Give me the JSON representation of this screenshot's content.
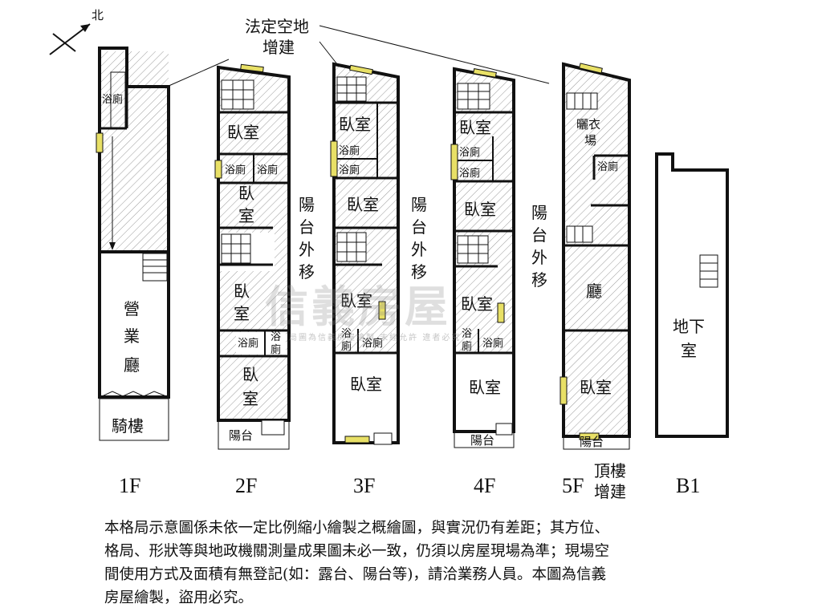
{
  "compass": {
    "north_label": "北"
  },
  "annotation": {
    "line1": "法定空地",
    "line2": "增建"
  },
  "floors": [
    {
      "id": "1F",
      "label": "1F",
      "rooms": [
        "浴廁",
        "營業廳",
        "騎樓"
      ]
    },
    {
      "id": "2F",
      "label": "2F",
      "rooms": [
        "臥室",
        "浴廁",
        "浴廁",
        "臥室",
        "臥室",
        "浴廁",
        "浴廁",
        "臥室",
        "陽台"
      ],
      "side_note": "陽台外移"
    },
    {
      "id": "3F",
      "label": "3F",
      "rooms": [
        "臥室",
        "浴廁",
        "浴廁",
        "臥室",
        "臥室",
        "浴廁",
        "浴廁",
        "臥室"
      ],
      "side_note": "陽台外移"
    },
    {
      "id": "4F",
      "label": "4F",
      "rooms": [
        "臥室",
        "浴廁",
        "浴廁",
        "臥室",
        "臥室",
        "浴廁",
        "浴廁",
        "臥室",
        "陽台"
      ],
      "side_note": "陽台外移"
    },
    {
      "id": "5F",
      "label": "5F",
      "rooms": [
        "曬衣場",
        "浴廁",
        "廳",
        "臥室",
        "陽台"
      ],
      "extra_note": "頂樓增建"
    },
    {
      "id": "B1",
      "label": "B1",
      "rooms": [
        "地下室"
      ]
    }
  ],
  "labels": {
    "f1_wc": "浴廁",
    "f1_shop_1": "營",
    "f1_shop_2": "業",
    "f1_shop_3": "廳",
    "f1_arcade": "騎樓",
    "f2_bed1": "臥室",
    "f2_wc1": "浴廁",
    "f2_wc2": "浴廁",
    "f2_bed2a": "臥",
    "f2_bed2b": "室",
    "f2_bed3a": "臥",
    "f2_bed3b": "室",
    "f2_wc3": "浴廁",
    "f2_wc4a": "浴",
    "f2_wc4b": "廁",
    "f2_bed4a": "臥",
    "f2_bed4b": "室",
    "f2_balcony": "陽台",
    "f3_bed1": "臥室",
    "f3_wc1": "浴廁",
    "f3_wc2": "浴廁",
    "f3_bed2": "臥室",
    "f3_bed3": "臥室",
    "f3_wc3a": "浴",
    "f3_wc3b": "廁",
    "f3_wc4": "浴廁",
    "f3_bed4": "臥室",
    "f4_bed1": "臥室",
    "f4_wc1": "浴廁",
    "f4_wc2": "浴廁",
    "f4_bed2": "臥室",
    "f4_bed3": "臥室",
    "f4_wc3a": "浴",
    "f4_wc3b": "廁",
    "f4_wc4": "浴廁",
    "f4_bed4": "臥室",
    "f4_balcony": "陽台",
    "f5_laundry1": "曬衣",
    "f5_laundry2": "場",
    "f5_wc": "浴廁",
    "f5_hall": "廳",
    "f5_bed": "臥室",
    "f5_balcony": "陽台",
    "b1_1": "地下",
    "b1_2": "室",
    "side_a1": "陽",
    "side_a2": "台",
    "side_a3": "外",
    "side_a4": "移",
    "roof1": "頂樓",
    "roof2": "增建"
  },
  "watermark": {
    "brand": "信義房屋",
    "small": "局圖為信義房屋繪製 未經允許 違者必究"
  },
  "disclaimer": [
    "本格局示意圖係未依一定比例縮小繪製之概繪圖，與實況仍有差距；其方位、",
    "格局、形狀等與地政機關測量成果圖未必一致，仍須以房屋現場為準；現場空",
    "間使用方式及面積有無登記(如：露台、陽台等)，請洽業務人員。本圖為信義",
    "房屋繪製，盜用必究。"
  ],
  "colors": {
    "wall": "#111111",
    "hatch": "#8a8a8a",
    "window": "#e8e066"
  }
}
